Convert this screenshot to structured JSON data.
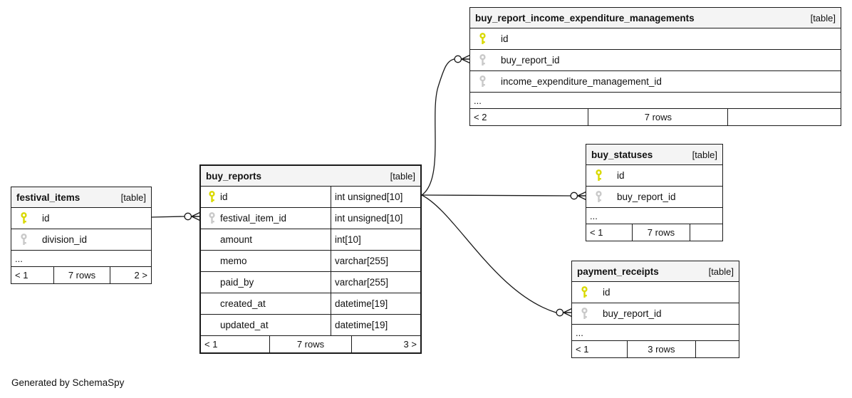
{
  "diagram": {
    "footer_note": "Generated by SchemaSpy"
  },
  "colors": {
    "primary_key_icon": "#d9d900",
    "foreign_key_icon": "#c9c9c9",
    "header_bg": "#f4f4f4",
    "border": "#1a1a1a",
    "background": "#ffffff"
  },
  "tables": [
    {
      "name": "buy_report_income_expenditure_managements",
      "tag": "[table]",
      "columns": [
        {
          "name": "id",
          "key": "primary",
          "type": ""
        },
        {
          "name": "buy_report_id",
          "key": "foreign",
          "type": ""
        },
        {
          "name": "income_expenditure_management_id",
          "key": "foreign",
          "type": ""
        }
      ],
      "truncated": "...",
      "footer": {
        "left": "< 2",
        "center": "7 rows",
        "right": ""
      }
    },
    {
      "name": "buy_statuses",
      "tag": "[table]",
      "columns": [
        {
          "name": "id",
          "key": "primary",
          "type": ""
        },
        {
          "name": "buy_report_id",
          "key": "foreign",
          "type": ""
        }
      ],
      "truncated": "...",
      "footer": {
        "left": "< 1",
        "center": "7 rows",
        "right": ""
      }
    },
    {
      "name": "payment_receipts",
      "tag": "[table]",
      "columns": [
        {
          "name": "id",
          "key": "primary",
          "type": ""
        },
        {
          "name": "buy_report_id",
          "key": "foreign",
          "type": ""
        }
      ],
      "truncated": "...",
      "footer": {
        "left": "< 1",
        "center": "3 rows",
        "right": ""
      }
    },
    {
      "name": "buy_reports",
      "tag": "[table]",
      "columns": [
        {
          "name": "id",
          "key": "primary",
          "type": "int unsigned[10]"
        },
        {
          "name": "festival_item_id",
          "key": "foreign",
          "type": "int unsigned[10]"
        },
        {
          "name": "amount",
          "key": null,
          "type": "int[10]"
        },
        {
          "name": "memo",
          "key": null,
          "type": "varchar[255]"
        },
        {
          "name": "paid_by",
          "key": null,
          "type": "varchar[255]"
        },
        {
          "name": "created_at",
          "key": null,
          "type": "datetime[19]"
        },
        {
          "name": "updated_at",
          "key": null,
          "type": "datetime[19]"
        }
      ],
      "truncated": null,
      "footer": {
        "left": "< 1",
        "center": "7 rows",
        "right": "3 >"
      }
    },
    {
      "name": "festival_items",
      "tag": "[table]",
      "columns": [
        {
          "name": "id",
          "key": "primary",
          "type": ""
        },
        {
          "name": "division_id",
          "key": "foreign",
          "type": ""
        }
      ],
      "truncated": "...",
      "footer": {
        "left": "< 1",
        "center": "7 rows",
        "right": "2 >"
      }
    }
  ],
  "relationships": [
    {
      "from": "festival_items.id",
      "to": "buy_reports.festival_item_id"
    },
    {
      "from": "buy_reports.id",
      "to": "buy_report_income_expenditure_managements.buy_report_id"
    },
    {
      "from": "buy_reports.id",
      "to": "buy_statuses.buy_report_id"
    },
    {
      "from": "buy_reports.id",
      "to": "payment_receipts.buy_report_id"
    }
  ]
}
